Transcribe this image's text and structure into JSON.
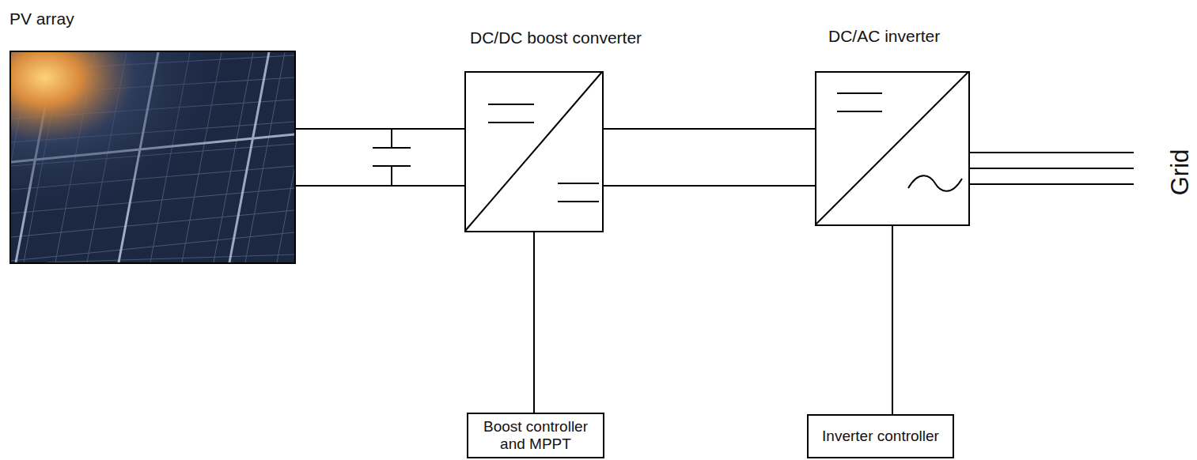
{
  "diagram": {
    "nodes": [
      {
        "text": [
          "PV array"
        ]
      },
      {
        "text": [
          "DC/DC boost converter"
        ]
      },
      {
        "text": [
          "DC/AC inverter"
        ]
      },
      {
        "text": [
          "Boost controller and MPPT"
        ]
      },
      {
        "text": [
          "Inverter controller"
        ]
      }
    ],
    "edges": [
      {
        "from": 0,
        "to": 1,
        "arrow": "none"
      },
      {
        "from": 1,
        "to": 2,
        "arrow": "none"
      },
      {
        "from": 1,
        "to": 3,
        "arrow": "none"
      },
      {
        "from": 2,
        "to": 4,
        "arrow": "none"
      }
    ],
    "labels": [
      "Grid"
    ]
  }
}
